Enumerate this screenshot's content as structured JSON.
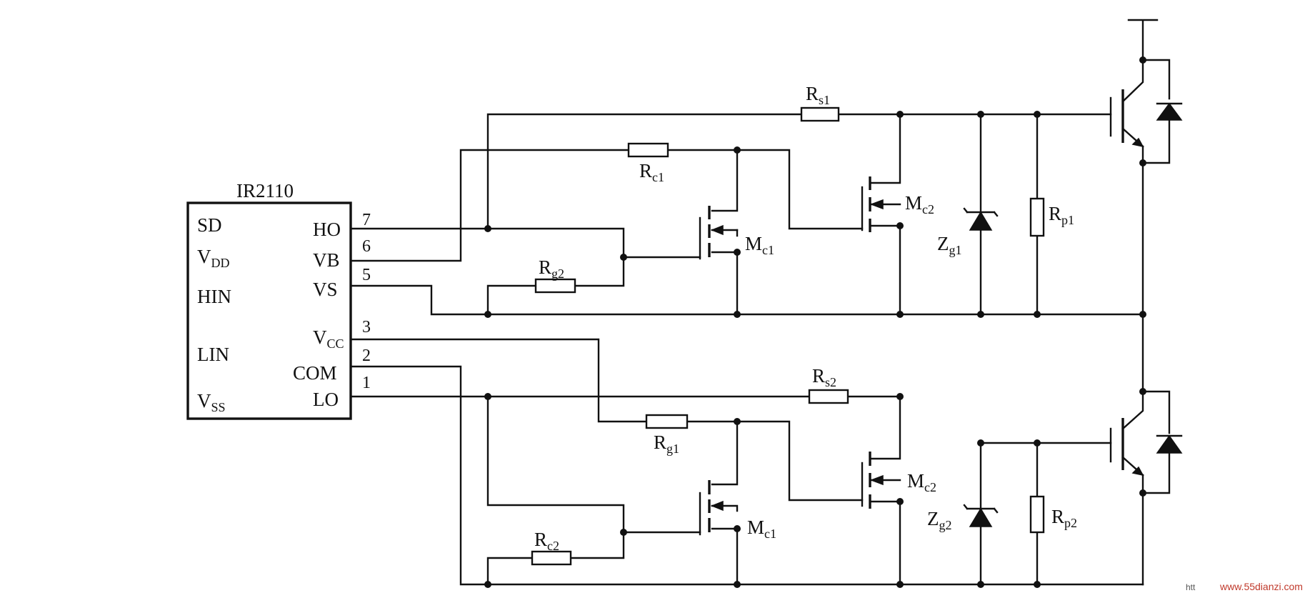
{
  "ic": {
    "name": "IR2110",
    "left_pins": [
      "SD",
      "V_DD",
      "HIN",
      "LIN",
      "V_SS"
    ],
    "right_pins": [
      {
        "label": "HO",
        "num": "7"
      },
      {
        "label": "VB",
        "num": "6"
      },
      {
        "label": "VS",
        "num": "5"
      },
      {
        "label": "V_CC",
        "num": "3"
      },
      {
        "label": "COM",
        "num": "2"
      },
      {
        "label": "LO",
        "num": "1"
      }
    ]
  },
  "labels": {
    "rs1": {
      "main": "R",
      "sub": "s1"
    },
    "rc1": {
      "main": "R",
      "sub": "c1"
    },
    "rg2": {
      "main": "R",
      "sub": "g2"
    },
    "mc1_top": {
      "main": "M",
      "sub": "c1"
    },
    "mc2_top": {
      "main": "M",
      "sub": "c2"
    },
    "zg1": {
      "main": "Z",
      "sub": "g1"
    },
    "rp1": {
      "main": "R",
      "sub": "p1"
    },
    "rs2": {
      "main": "R",
      "sub": "s2"
    },
    "rg1": {
      "main": "R",
      "sub": "g1"
    },
    "rc2": {
      "main": "R",
      "sub": "c2"
    },
    "mc1_bot": {
      "main": "M",
      "sub": "c1"
    },
    "mc2_bot": {
      "main": "M",
      "sub": "c2"
    },
    "zg2": {
      "main": "Z",
      "sub": "g2"
    },
    "rp2": {
      "main": "R",
      "sub": "p2"
    }
  },
  "watermark": {
    "prefix": "htt",
    "url": "www.55dianzi.com"
  }
}
